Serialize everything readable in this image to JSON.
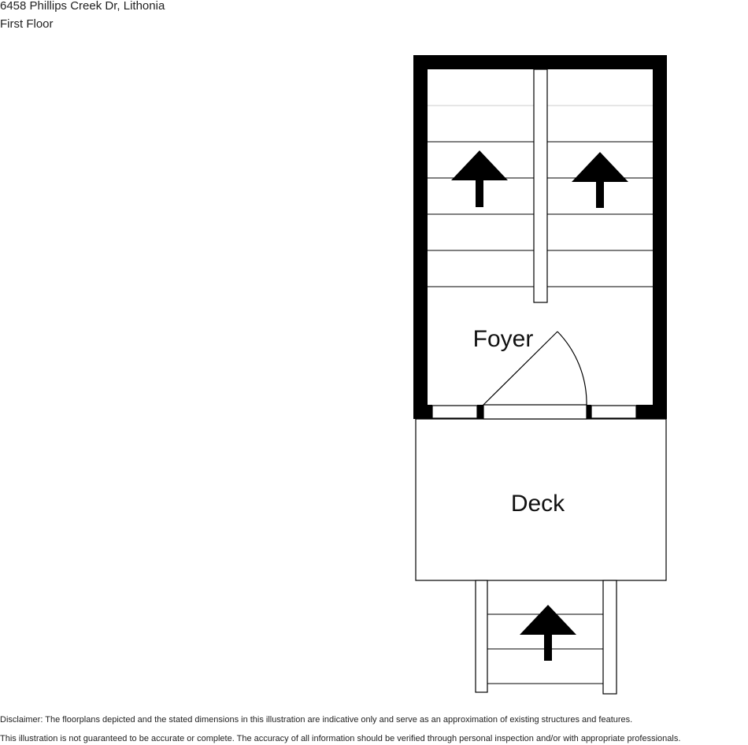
{
  "header": {
    "address": "6458 Phillips Creek Dr, Lithonia",
    "floor_name": "First Floor"
  },
  "rooms": {
    "foyer": "Foyer",
    "deck": "Deck"
  },
  "disclaimer": {
    "line1": "Disclaimer: The floorplans depicted and the stated dimensions in this illustration are indicative only and serve as an approximation of existing structures and features.",
    "line2": "This illustration is not guaranteed to be accurate or complete. The accuracy of all information should be verified through personal inspection and/or with appropriate professionals."
  },
  "colors": {
    "wall": "#000000",
    "line": "#000000",
    "background": "#ffffff"
  }
}
